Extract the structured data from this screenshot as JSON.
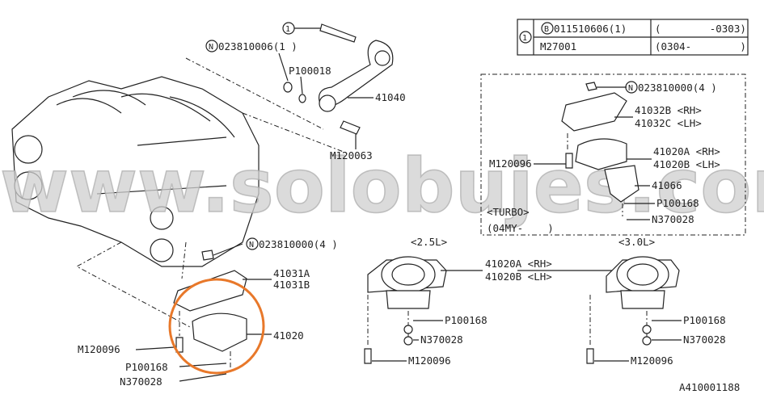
{
  "table": {
    "ref": "1",
    "rows": [
      {
        "part": "011510606(1)",
        "prefix": "B",
        "range": "(        -0303)"
      },
      {
        "part": "M27001",
        "range": "(0304-        )"
      }
    ]
  },
  "top": {
    "ref": "1",
    "n_part": "023810006(1 )",
    "p_part": "P100018",
    "rod": "41040",
    "bolt": "M120063"
  },
  "turbo": {
    "n_part": "023810000(4 )",
    "bracket_rh": "41032B <RH>",
    "bracket_lh": "41032C <LH>",
    "bolt": "M120096",
    "mount_rh": "41020A <RH>",
    "mount_lh": "41020B <LH>",
    "plate": "41066",
    "washer": "P100168",
    "nut": "N370028",
    "label": "<TURBO>",
    "years": "(04MY-    )"
  },
  "left": {
    "n_part": "023810000(4 )",
    "bracket_a": "41031A",
    "bracket_b": "41031B",
    "mount": "41020",
    "bolt": "M120096",
    "washer": "P100168",
    "nut": "N370028"
  },
  "na25": {
    "label": "<2.5L>",
    "washer": "P100168",
    "nut": "N370028",
    "bolt": "M120096"
  },
  "na30": {
    "label": "<3.0L>",
    "washer": "P100168",
    "nut": "N370028",
    "bolt": "M120096"
  },
  "shared": {
    "mount_rh": "41020A <RH>",
    "mount_lh": "41020B <LH>"
  },
  "diagram_id": "A410001188",
  "watermark": "www.solobujes.com",
  "colors": {
    "highlight": "#e8782a"
  }
}
